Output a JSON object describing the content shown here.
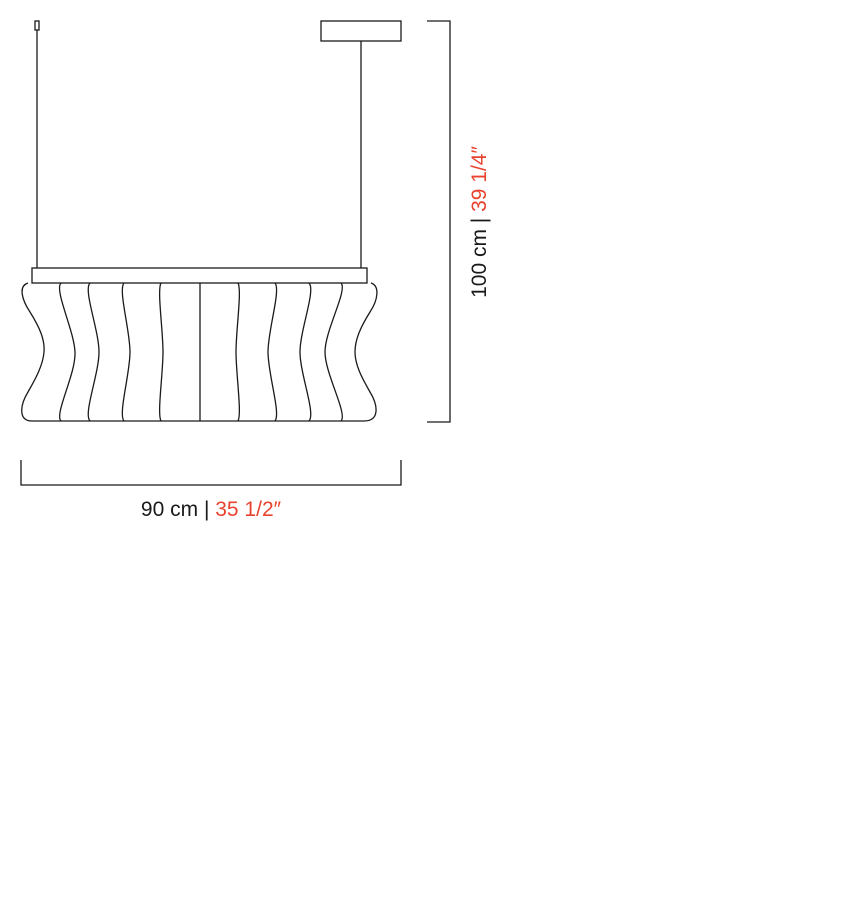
{
  "width_dimension": {
    "metric": "90 cm",
    "separator": " | ",
    "imperial": "35 1/2″"
  },
  "height_dimension": {
    "metric": "100 cm",
    "separator": " | ",
    "imperial": "39 1/4″"
  },
  "colors": {
    "line": "#1a1a1a",
    "imperial_text": "#e8432f"
  }
}
